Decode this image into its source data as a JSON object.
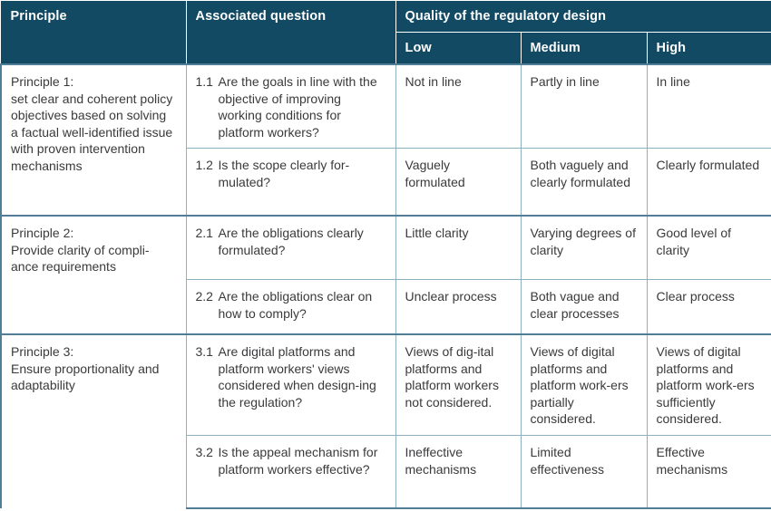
{
  "table": {
    "header": {
      "principle": "Principle",
      "associated_question": "Associated question",
      "quality_group": "Quality of the regulatory design",
      "quality_levels": {
        "low": "Low",
        "medium": "Medium",
        "high": "High"
      }
    },
    "colors": {
      "header_background": "#124963",
      "header_text": "#ffffff",
      "body_text": "#3a3a3c",
      "grid_line": "#8fb0c1",
      "section_line": "#4f7e96",
      "body_background": "#ffffff"
    },
    "sections": [
      {
        "principle_title": "Principle 1:",
        "principle_body": "set clear and coherent policy objectives based on solving a factual well-identified issue with proven intervention mechanisms",
        "rows": [
          {
            "number": "1.1",
            "question": "Are the goals in line with the objective of improving working conditions for platform workers?",
            "low": "Not in line",
            "medium": "Partly in line",
            "high": "In line"
          },
          {
            "number": "1.2",
            "question": "Is the scope clearly for-mulated?",
            "low": "Vaguely formulated",
            "medium": "Both vaguely and clearly formulated",
            "high": "Clearly formulated"
          }
        ]
      },
      {
        "principle_title": "Principle 2:",
        "principle_body": "Provide clarity of compli-ance requirements",
        "rows": [
          {
            "number": "2.1",
            "question": "Are the obligations clearly formulated?",
            "low": "Little clarity",
            "medium": "Varying degrees of clarity",
            "high": "Good level of clarity"
          },
          {
            "number": "2.2",
            "question": "Are the obligations clear on how to comply?",
            "low": "Unclear process",
            "medium": "Both vague and clear processes",
            "high": "Clear process"
          }
        ]
      },
      {
        "principle_title": "Principle 3:",
        "principle_body": "Ensure proportionality and adaptability",
        "rows": [
          {
            "number": "3.1",
            "question": "Are digital platforms and platform workers' views considered when design-ing the regulation?",
            "low": "Views of dig-ital platforms and platform workers not considered.",
            "medium": "Views of digital platforms and platform work-ers partially considered.",
            "high": "Views of digital platforms and platform work-ers sufficiently considered."
          },
          {
            "number": "3.2",
            "question": "Is the appeal mechanism for platform workers effective?",
            "low": "Ineffective mechanisms",
            "medium": "Limited effectiveness",
            "high": "Effective mechanisms"
          }
        ]
      }
    ]
  }
}
